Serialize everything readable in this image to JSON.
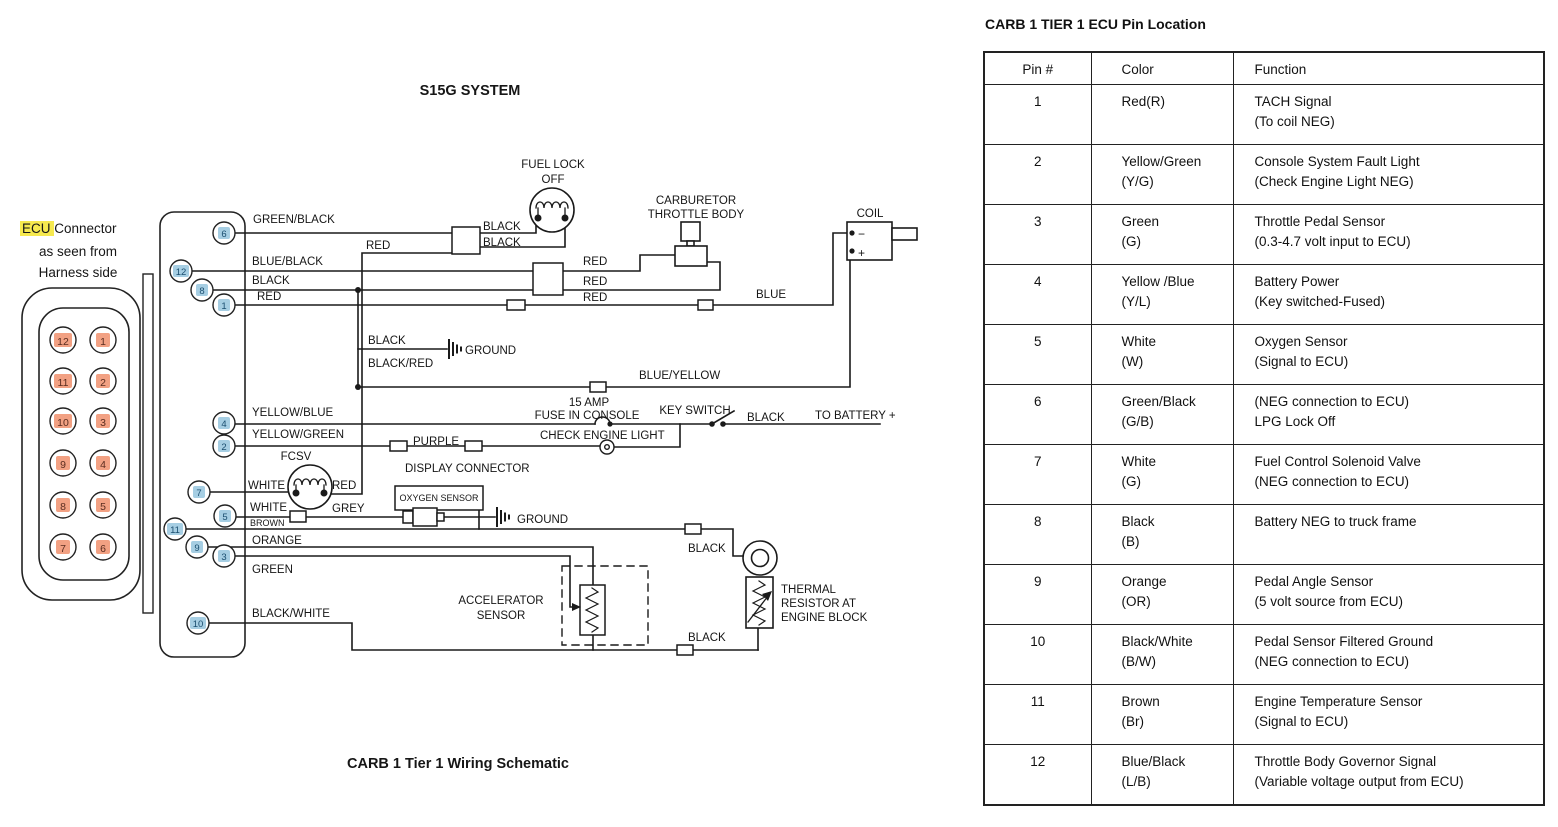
{
  "colors": {
    "ecu_pin_highlight_blue": "#a6cee3",
    "harness_pin_highlight_salmon": "#f2a183",
    "ecu_note_highlight_yellow": "#f6e94f",
    "line_color": "#1a1a1a"
  },
  "diagram": {
    "system_title": "S15G SYSTEM",
    "caption": "CARB 1 Tier 1 Wiring Schematic",
    "connector_note_highlight": "ECU",
    "connector_note_rest": " Connector",
    "connector_note_line2": "as seen from",
    "connector_note_line3": "Harness side",
    "harness_pins_left": [
      "12",
      "11",
      "10",
      "9",
      "8",
      "7"
    ],
    "harness_pins_right": [
      "1",
      "2",
      "3",
      "4",
      "5",
      "6"
    ],
    "ecu_pin_labels": [
      "6",
      "12",
      "8",
      "1",
      "4",
      "2",
      "7",
      "5",
      "11",
      "9",
      "3",
      "10"
    ],
    "wire_labels": {
      "green_black": "GREEN/BLACK",
      "blue_black": "BLUE/BLACK",
      "black_pin8": "BLACK",
      "red_pin1": "RED",
      "black_fuel_top": "BLACK",
      "black_fuel_bottom": "BLACK",
      "red_fcsv_riser": "RED",
      "red_carb_top": "RED",
      "red_carb_bottom": "RED",
      "red_coil": "RED",
      "blue_coil": "BLUE",
      "black_ground": "BLACK",
      "black_red_ground": "BLACK/RED",
      "ground_1": "GROUND",
      "blue_yellow": "BLUE/YELLOW",
      "yellow_blue": "YELLOW/BLUE",
      "yellow_green": "YELLOW/GREEN",
      "purple": "PURPLE",
      "white_fcsv": "WHITE",
      "red_fcsv": "RED",
      "white_pin5": "WHITE",
      "grey": "GREY",
      "brown": "BROWN",
      "orange": "ORANGE",
      "green": "GREEN",
      "black_white": "BLACK/WHITE",
      "ground_2": "GROUND",
      "black_thermal_top": "BLACK",
      "black_thermal_bottom": "BLACK",
      "black_battery": "BLACK"
    },
    "components": {
      "fuel_lock_line1": "FUEL LOCK",
      "fuel_lock_line2": "OFF",
      "carburetor_line1": "CARBURETOR",
      "carburetor_line2": "THROTTLE BODY",
      "coil": "COIL",
      "coil_neg": "−",
      "coil_pos": "+",
      "fuse_line1": "15 AMP",
      "fuse_line2": "FUSE IN CONSOLE",
      "key_switch": "KEY SWITCH",
      "to_battery": "TO BATTERY +",
      "check_engine_light": "CHECK ENGINE LIGHT",
      "display_connector": "DISPLAY CONNECTOR",
      "fcsv": "FCSV",
      "oxygen_sensor": "OXYGEN SENSOR",
      "accelerator_line1": "ACCELERATOR",
      "accelerator_line2": "SENSOR",
      "thermal_line1": "THERMAL",
      "thermal_line2": "RESISTOR AT",
      "thermal_line3": "ENGINE BLOCK"
    }
  },
  "table": {
    "title": "CARB 1 TIER 1 ECU Pin Location",
    "headers": [
      "Pin #",
      "Color",
      "Function"
    ],
    "rows": [
      {
        "pin": "1",
        "color1": "Red(R)",
        "color2": "",
        "fn1": "TACH Signal",
        "fn2": "(To coil NEG)"
      },
      {
        "pin": "2",
        "color1": "Yellow/Green",
        "color2": "(Y/G)",
        "fn1": "Console System Fault Light",
        "fn2": "(Check Engine Light NEG)"
      },
      {
        "pin": "3",
        "color1": "Green",
        "color2": "(G)",
        "fn1": "Throttle Pedal Sensor",
        "fn2": "(0.3-4.7 volt input to ECU)"
      },
      {
        "pin": "4",
        "color1": "Yellow /Blue",
        "color2": "(Y/L)",
        "fn1": "Battery Power",
        "fn2": "(Key switched-Fused)"
      },
      {
        "pin": "5",
        "color1": "White",
        "color2": "(W)",
        "fn1": "Oxygen Sensor",
        "fn2": "(Signal to ECU)"
      },
      {
        "pin": "6",
        "color1": "Green/Black",
        "color2": "(G/B)",
        "fn1": "(NEG connection to ECU)",
        "fn2": "LPG Lock Off"
      },
      {
        "pin": "7",
        "color1": "White",
        "color2": "(G)",
        "fn1": "Fuel Control Solenoid Valve",
        "fn2": "(NEG connection to ECU)"
      },
      {
        "pin": "8",
        "color1": "Black",
        "color2": "(B)",
        "fn1": "Battery NEG to truck frame",
        "fn2": ""
      },
      {
        "pin": "9",
        "color1": "Orange",
        "color2": "(OR)",
        "fn1": "Pedal Angle Sensor",
        "fn2": "(5 volt source from ECU)"
      },
      {
        "pin": "10",
        "color1": "Black/White",
        "color2": "(B/W)",
        "fn1": "Pedal Sensor Filtered Ground",
        "fn2": "(NEG connection to ECU)"
      },
      {
        "pin": "11",
        "color1": "Brown",
        "color2": "(Br)",
        "fn1": "Engine Temperature Sensor",
        "fn2": "(Signal to ECU)"
      },
      {
        "pin": "12",
        "color1": "Blue/Black",
        "color2": "(L/B)",
        "fn1": "Throttle Body Governor Signal",
        "fn2": "(Variable voltage output from ECU)"
      }
    ]
  }
}
